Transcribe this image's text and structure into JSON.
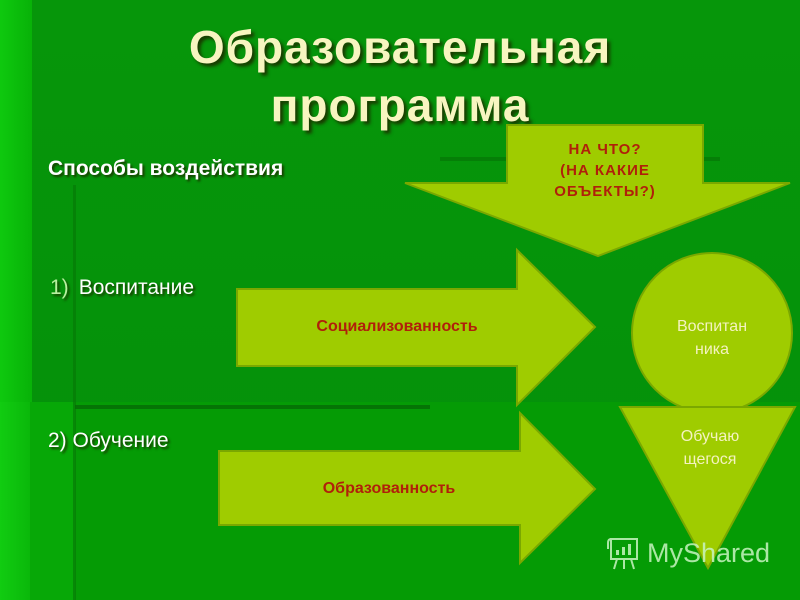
{
  "title": {
    "line1": "Образовательная",
    "line2": "программа"
  },
  "subtitle": "Способы воздействия",
  "items": [
    {
      "number": "1)",
      "label": "Воспитание"
    },
    {
      "number": "2)",
      "label": "Обучение"
    }
  ],
  "down_arrow": {
    "lines": [
      "НА ЧТО?",
      "(НА КАКИЕ",
      "ОБЪЕКТЫ?)"
    ]
  },
  "arrows": [
    {
      "label": "Социализованность"
    },
    {
      "label": "Образованность"
    }
  ],
  "circle": {
    "lines": [
      "Воспитан",
      "ника"
    ]
  },
  "triangle": {
    "lines": [
      "Обучаю",
      "щегося"
    ]
  },
  "watermark": {
    "text": "MyShared",
    "icon": "presentation-board-icon"
  },
  "colors": {
    "background": "#049404",
    "shape_fill": "#9fcc00",
    "shape_text": "#b0200a",
    "title_text": "#f7f5c0"
  }
}
